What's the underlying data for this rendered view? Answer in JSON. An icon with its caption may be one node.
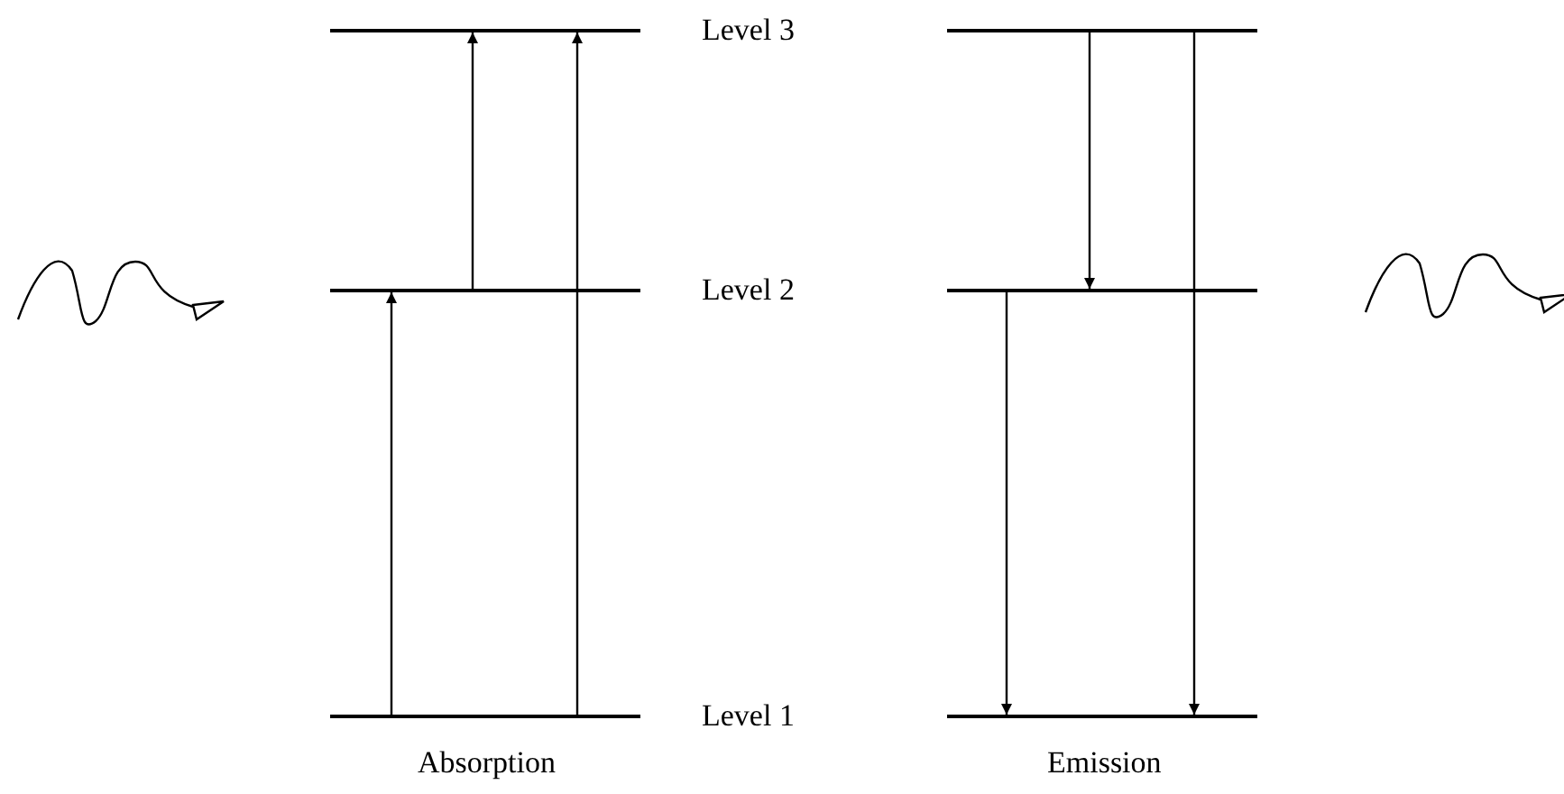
{
  "diagram": {
    "nodes": [
      {
        "text": [],
        "shape": "bar"
      },
      {
        "text": [],
        "shape": "bar"
      },
      {
        "text": [],
        "shape": "bar"
      },
      {
        "text": [],
        "shape": "bar"
      },
      {
        "text": [],
        "shape": "bar"
      },
      {
        "text": [],
        "shape": "bar"
      }
    ],
    "edges": [
      {
        "from": 4,
        "to": 2,
        "arrow": "to"
      },
      {
        "from": 2,
        "to": 0,
        "arrow": "to"
      },
      {
        "from": 4,
        "to": 0,
        "arrow": "to"
      },
      {
        "from": 1,
        "to": 3,
        "arrow": "to"
      },
      {
        "from": 3,
        "to": 5,
        "arrow": "to"
      },
      {
        "from": 1,
        "to": 5,
        "arrow": "to"
      }
    ],
    "labels": [
      "Level 3",
      "Level 2",
      "Level 1",
      "Absorption",
      "Emission"
    ]
  }
}
